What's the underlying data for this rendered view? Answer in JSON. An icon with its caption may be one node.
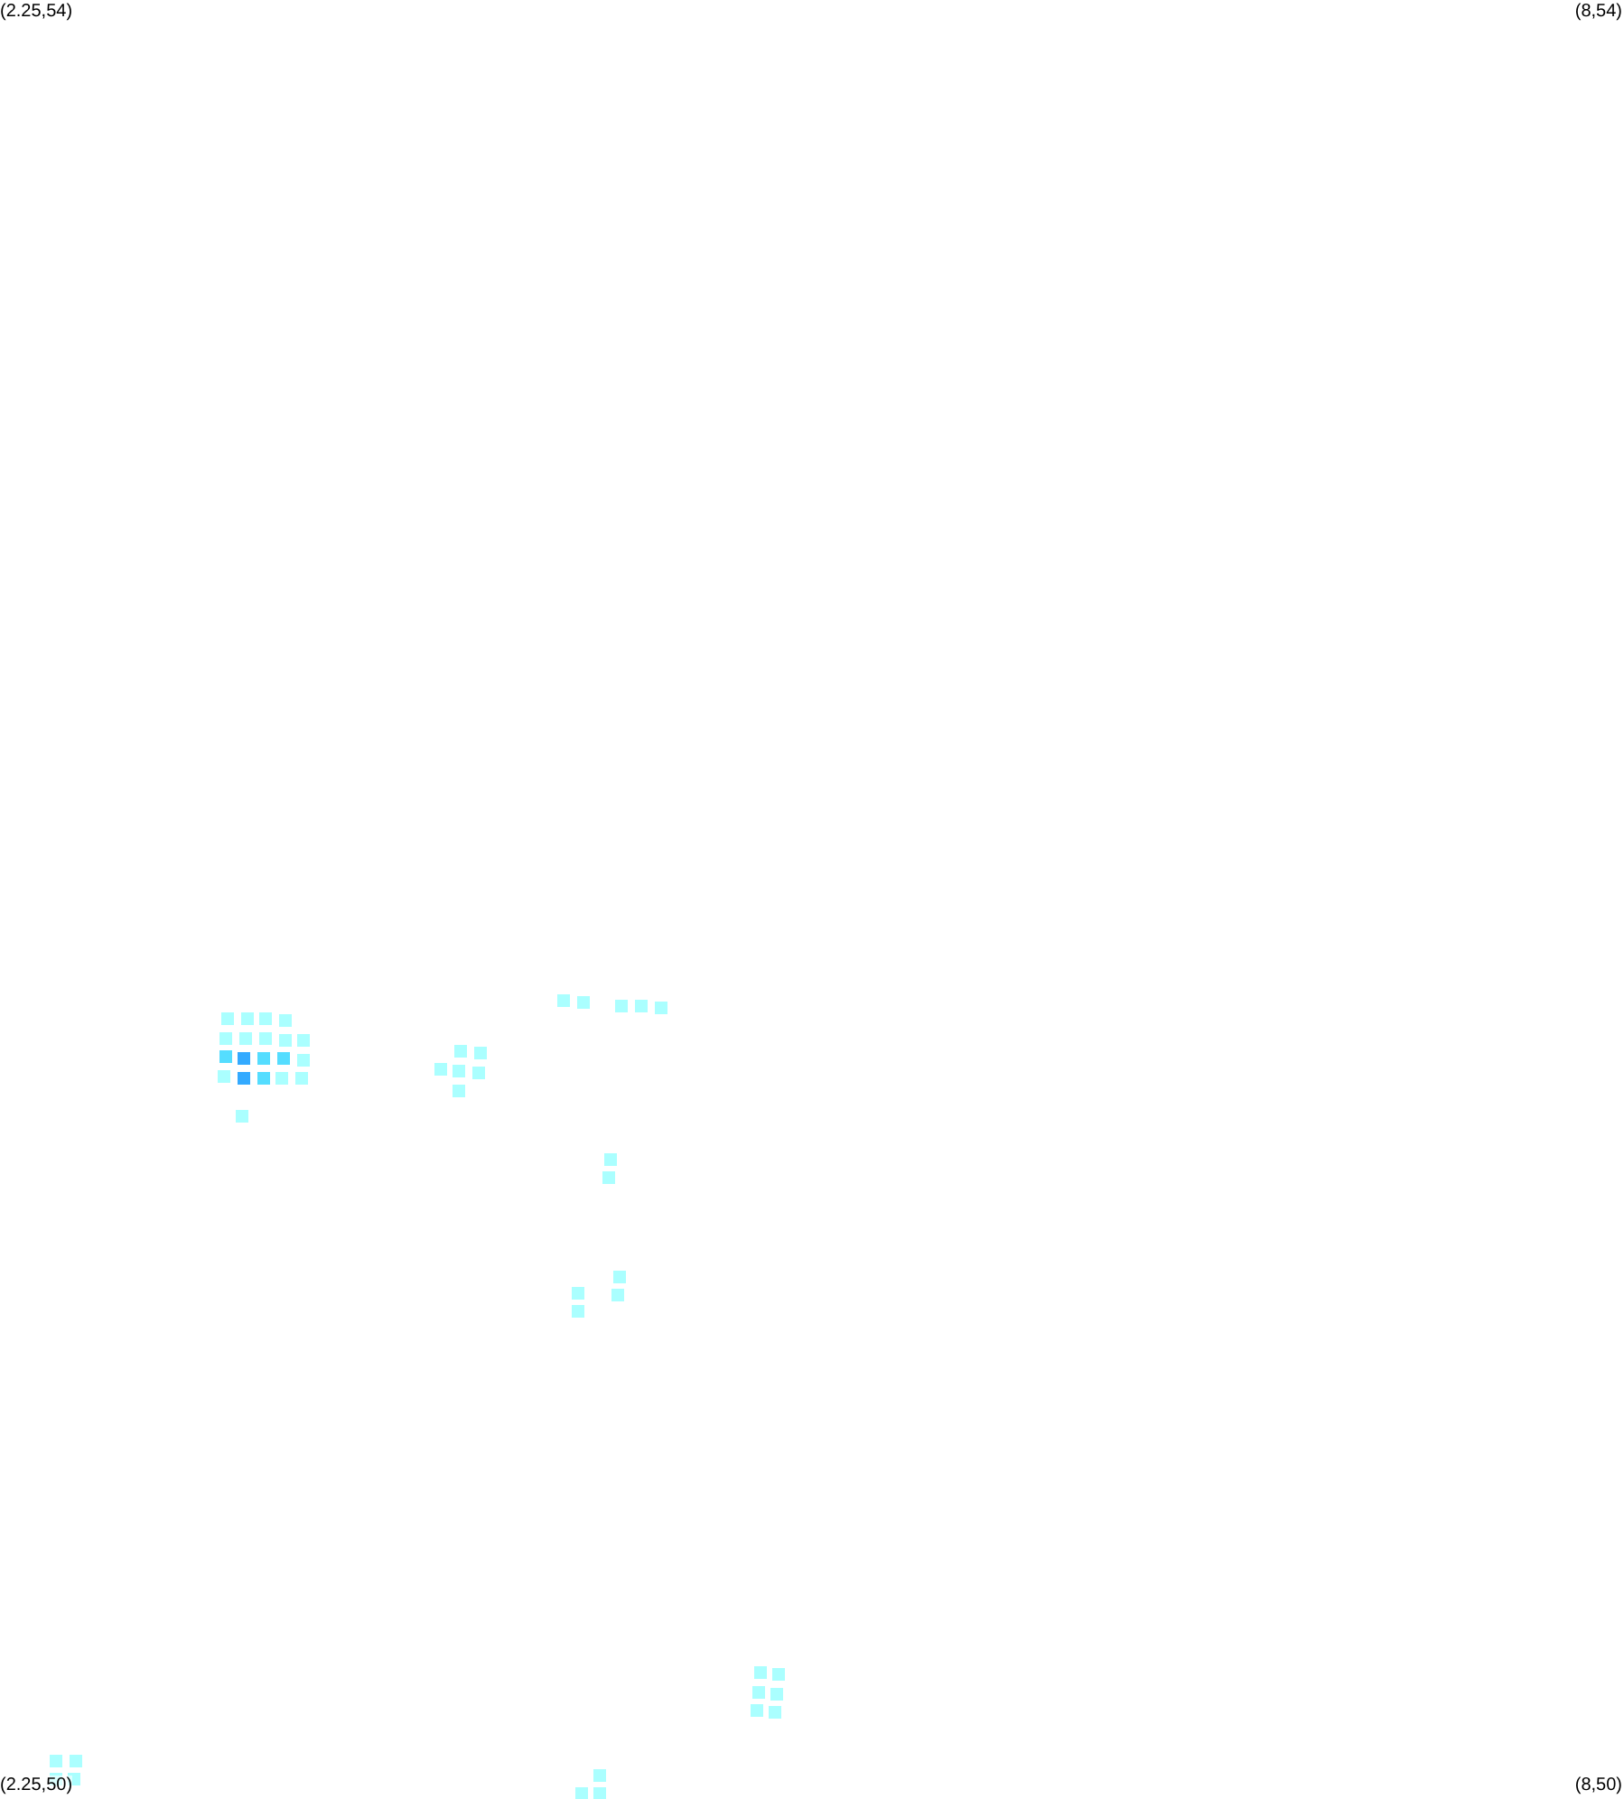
{
  "diagram": {
    "labels": [
      "(2.25,54)",
      "(8,54)",
      "(2.25,50)",
      "(8,50)"
    ]
  }
}
